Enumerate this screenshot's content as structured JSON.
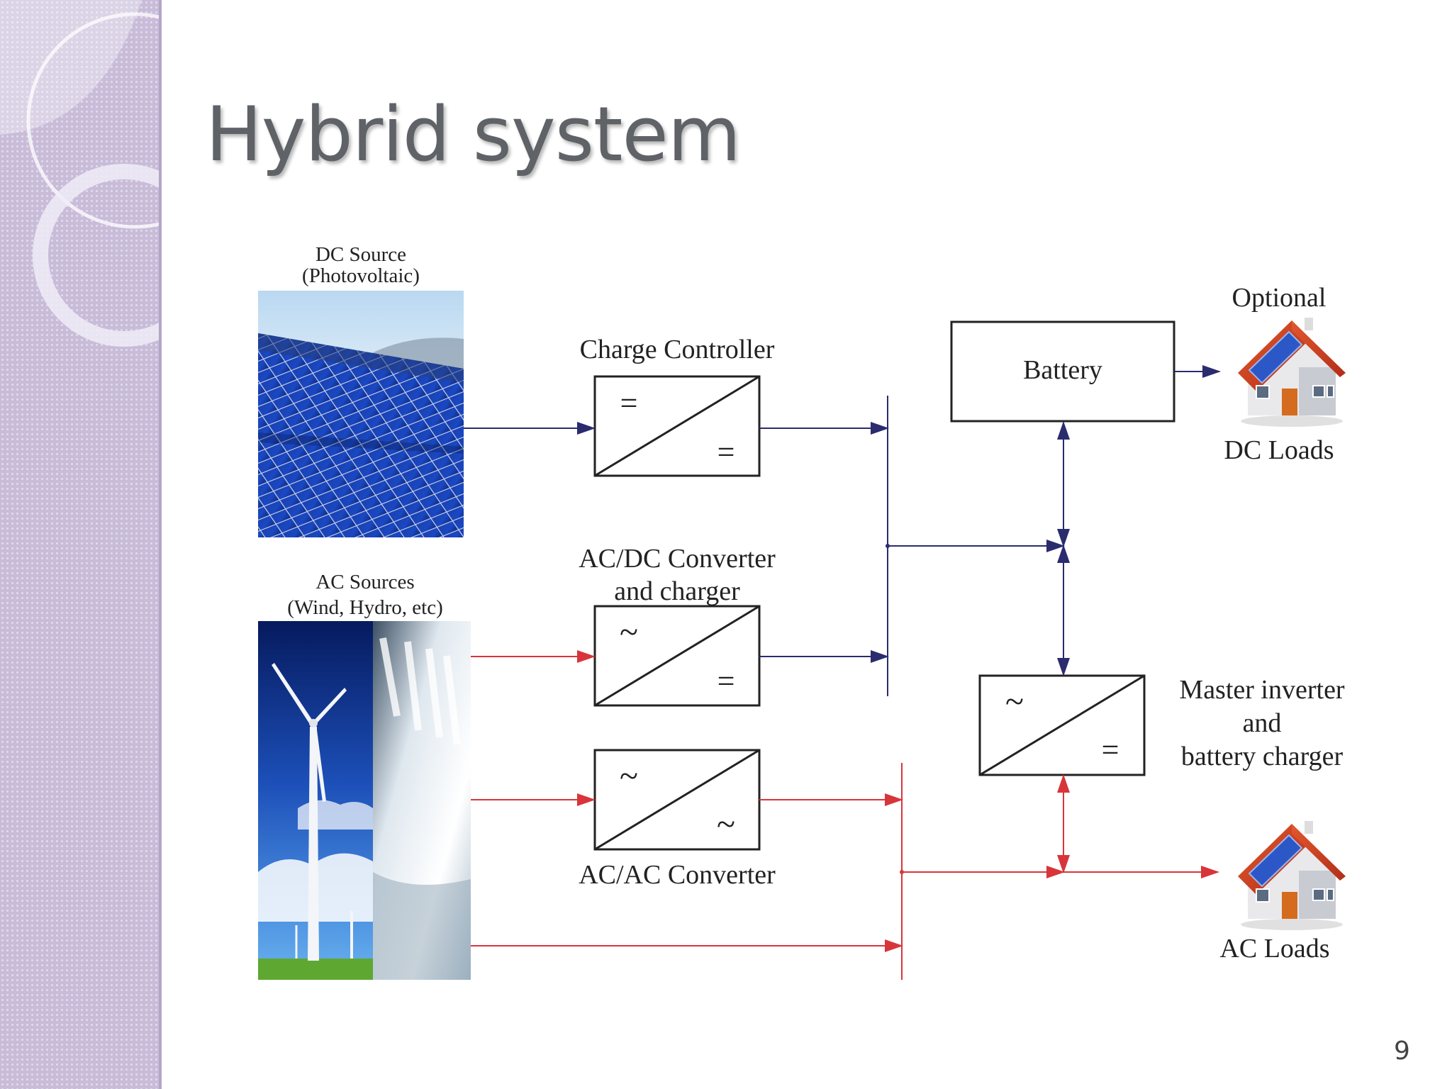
{
  "slide": {
    "title": "Hybrid system",
    "page_number": "9"
  },
  "diagram": {
    "dc_source": {
      "line1": "DC Source",
      "line2": "(Photovoltaic)"
    },
    "ac_sources": {
      "line1": "AC Sources",
      "line2": "(Wind, Hydro, etc)"
    },
    "charge_controller": {
      "label": "Charge Controller",
      "in_symbol": "=",
      "out_symbol": "="
    },
    "acdc_converter": {
      "line1": "AC/DC Converter",
      "line2": "and charger",
      "in_symbol": "~",
      "out_symbol": "="
    },
    "acac_converter": {
      "label": "AC/AC Converter",
      "in_symbol": "~",
      "out_symbol": "~"
    },
    "battery": {
      "label": "Battery"
    },
    "master_inverter": {
      "line1": "Master inverter",
      "line2": "and",
      "line3": "battery charger",
      "in_symbol": "~",
      "out_symbol": "="
    },
    "optional": {
      "label": "Optional"
    },
    "dc_loads": {
      "label": "DC Loads"
    },
    "ac_loads": {
      "label": "AC Loads"
    }
  },
  "colors": {
    "dc_line": "#2a2c6e",
    "ac_line": "#d8353a",
    "title": "#5f6266",
    "sidebar": "#c8bcd9"
  },
  "icons": [
    "solar-panel-image",
    "wind-turbine-image",
    "hydro-dam-image",
    "house-icon"
  ]
}
